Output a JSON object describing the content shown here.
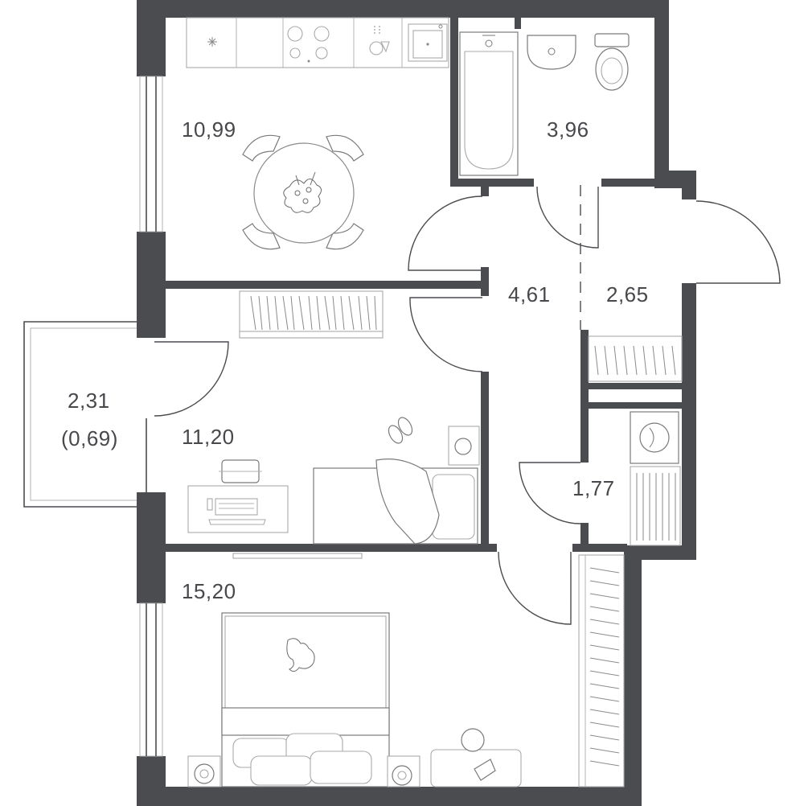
{
  "rooms": [
    {
      "id": "kitchen",
      "area": "10,99"
    },
    {
      "id": "bathroom",
      "area": "3,96"
    },
    {
      "id": "hallway",
      "area": "4,61"
    },
    {
      "id": "hallway-entry",
      "area": "2,65"
    },
    {
      "id": "balcony",
      "area": "2,31",
      "area_reduced": "(0,69)"
    },
    {
      "id": "room-1",
      "area": "11,20"
    },
    {
      "id": "storage",
      "area": "1,77"
    },
    {
      "id": "room-2",
      "area": "15,20"
    }
  ],
  "colors": {
    "wall": "#4b4c50",
    "furniture_line": "#a9a9a9",
    "label": "#47484c",
    "background": "#ffffff"
  }
}
